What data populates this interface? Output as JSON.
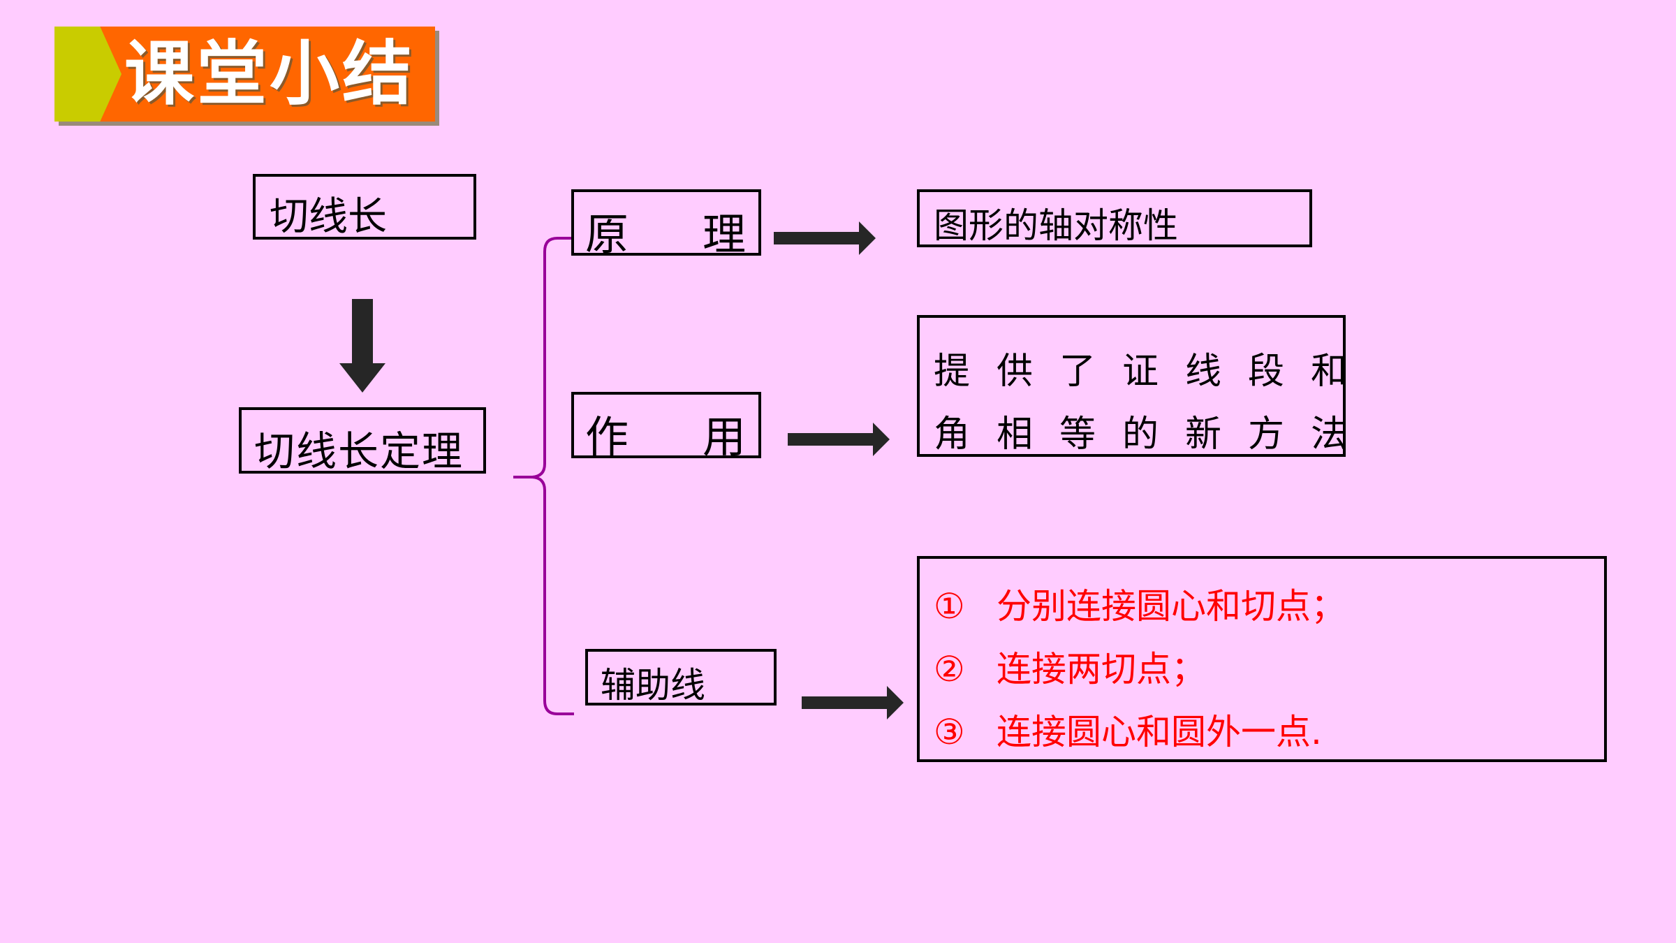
{
  "title": "课堂小结",
  "nodes": {
    "tangent_length": "切线长",
    "theorem": "切线长定理",
    "principle": [
      "原",
      "理"
    ],
    "usage": [
      "作",
      "用"
    ],
    "auxiliary_line": "辅助线"
  },
  "results": {
    "symmetry": "图形的轴对称性",
    "method_line1": "提供了证线段和",
    "method_line2": "角相等的新方法",
    "aux_items": [
      {
        "marker": "①",
        "text": "分别连接圆心和切点；"
      },
      {
        "marker": "②",
        "text": "连接两切点；"
      },
      {
        "marker": "③",
        "text": "连接圆心和圆外一点."
      }
    ]
  },
  "colors": {
    "background": "#FFCCFF",
    "banner": "#FF6600",
    "banner_chevron": "#C9CC00",
    "brace": "#990099",
    "arrow": "#262626",
    "aux_text": "#FF0000"
  }
}
